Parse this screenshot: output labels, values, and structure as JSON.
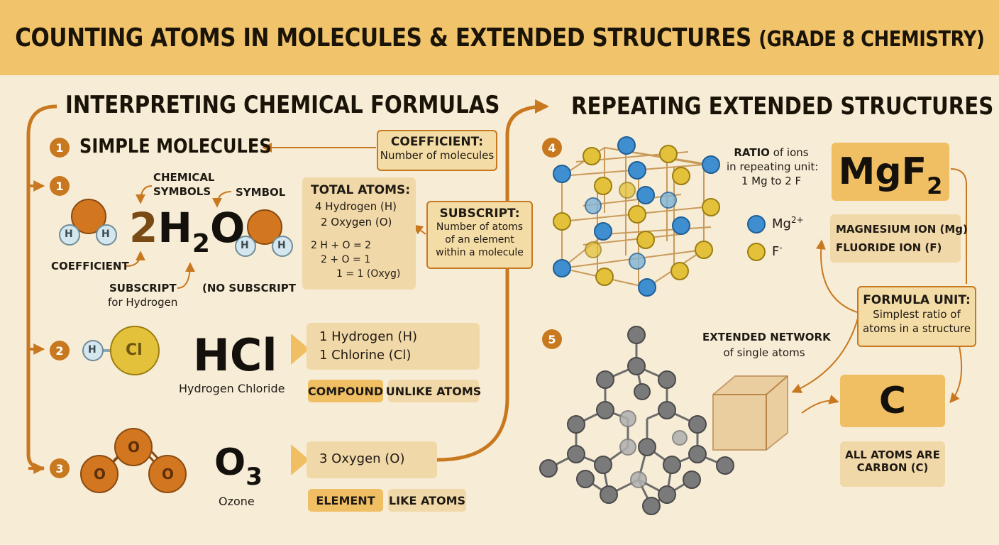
{
  "title": {
    "main": "COUNTING ATOMS IN MOLECULES & EXTENDED STRUCTURES",
    "sub": "(GRADE 8 CHEMISTRY)"
  },
  "left": {
    "heading": "INTERPRETING CHEMICAL FORMULAS",
    "simple_badge": "1",
    "simple_title": "SIMPLE MOLECULES",
    "coefficient_box": {
      "title": "COEFFICIENT:",
      "text": "Number of molecules"
    },
    "water": {
      "badge": "1",
      "formula_coef": "2",
      "formula_h": "H",
      "formula_sub": "2",
      "formula_o": "O",
      "atom_h": "H",
      "label_symbols_1": "CHEMICAL",
      "label_symbols_2": "SYMBOLS",
      "label_symbol": "SYMBOL",
      "label_coefficient": "COEFFICIENT",
      "label_subscript_1": "SUBSCRIPT",
      "label_subscript_2": "for Hydrogen",
      "label_no_subscript": "(NO SUBSCRIPT",
      "total": {
        "title": "TOTAL ATOMS:",
        "line1": "4 Hydrogen (H)",
        "line2": "2 Oxygen (O)",
        "calc1": "2 H + O = 2",
        "calc2": "2 + O = 1",
        "calc3": "1 = 1 (Oxyg)"
      },
      "subscript_box": {
        "title": "SUBSCRIPT:",
        "line1": "Number of atoms",
        "line2": "of an element",
        "line3": "within a molecule"
      }
    },
    "hcl": {
      "badge": "2",
      "atom_h": "H",
      "atom_cl": "Cl",
      "formula": "HCl",
      "name": "Hydrogen Chloride",
      "line1": "1 Hydrogen (H)",
      "line2": "1 Chlorine (Cl)",
      "tag1": "COMPOUND",
      "tag2": "UNLIKE ATOMS"
    },
    "ozone": {
      "badge": "3",
      "atom_o": "O",
      "formula_o": "O",
      "formula_sub": "3",
      "name": "Ozone",
      "line1": "3 Oxygen (O)",
      "tag1": "ELEMENT",
      "tag2": "LIKE ATOMS"
    }
  },
  "right": {
    "heading": "REPEATING EXTENDED STRUCTURES",
    "mgf2": {
      "badge": "4",
      "ratio_1": "RATIO",
      "ratio_1b": " of ions",
      "ratio_2": "in repeating unit:",
      "ratio_3": "1 Mg to 2 F",
      "legend_mg": "Mg",
      "legend_mg_charge": "2+",
      "legend_f": "F",
      "legend_f_charge": "-",
      "formula_main": "MgF",
      "formula_sub": "2",
      "ion_line1": "MAGNESIUM ION (Mg)",
      "ion_line2": "FLUORIDE ION (F)"
    },
    "formula_unit": {
      "title": "FORMULA UNIT:",
      "line1": "Simplest ratio of",
      "line2": "atoms in a structure"
    },
    "carbon": {
      "badge": "5",
      "network_1": "EXTENDED NETWORK",
      "network_2": "of single atoms",
      "formula": "C",
      "all_1": "ALL ATOMS ARE",
      "all_2": "CARBON (C)"
    }
  },
  "colors": {
    "banner": "#f1c36b",
    "background": "#f7ecd6",
    "accent": "#c8781f",
    "box": "#f1d8a8",
    "mg": "#3f8fd0",
    "f": "#e3c13a",
    "carbon": "#7a7a7a",
    "oxygen": "#d2761f",
    "hydrogen": "#cfe2ea"
  }
}
